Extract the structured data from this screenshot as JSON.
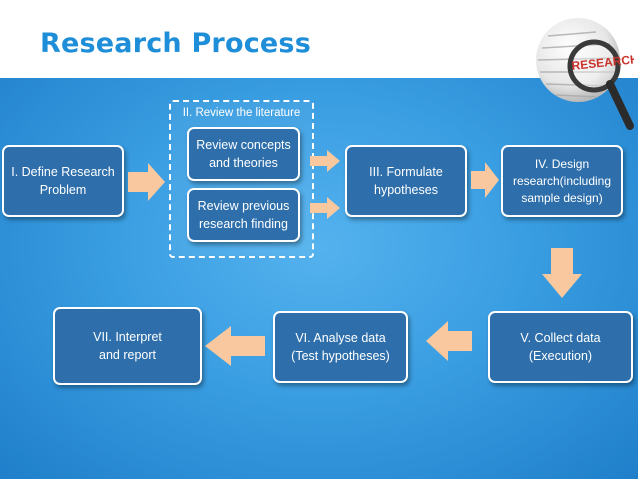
{
  "title": "Research Process",
  "literature_group": {
    "label": "II. Review the literature",
    "items": [
      {
        "lines": [
          "Review concepts",
          "and theories"
        ]
      },
      {
        "lines": [
          "Review previous",
          "research finding"
        ]
      }
    ]
  },
  "steps": [
    {
      "lines": [
        "I. Define Research",
        "Problem"
      ]
    },
    {
      "lines": [
        "III. Formulate",
        "hypotheses"
      ]
    },
    {
      "lines": [
        "IV. Design",
        "research(including",
        "sample design)"
      ]
    },
    {
      "lines": [
        "V. Collect data",
        "(Execution)"
      ]
    },
    {
      "lines": [
        "VI. Analyse data",
        "(Test hypotheses)"
      ]
    },
    {
      "lines": [
        "VII. Interpret",
        "and report"
      ]
    }
  ],
  "logo": {
    "text": "RESEARCH",
    "icon": "magnifying-glass-icon"
  },
  "colors": {
    "title": "#1f8ed8",
    "box": "#2e6fab",
    "arrow": "#f9c89e",
    "background": "#3a9ee2"
  }
}
